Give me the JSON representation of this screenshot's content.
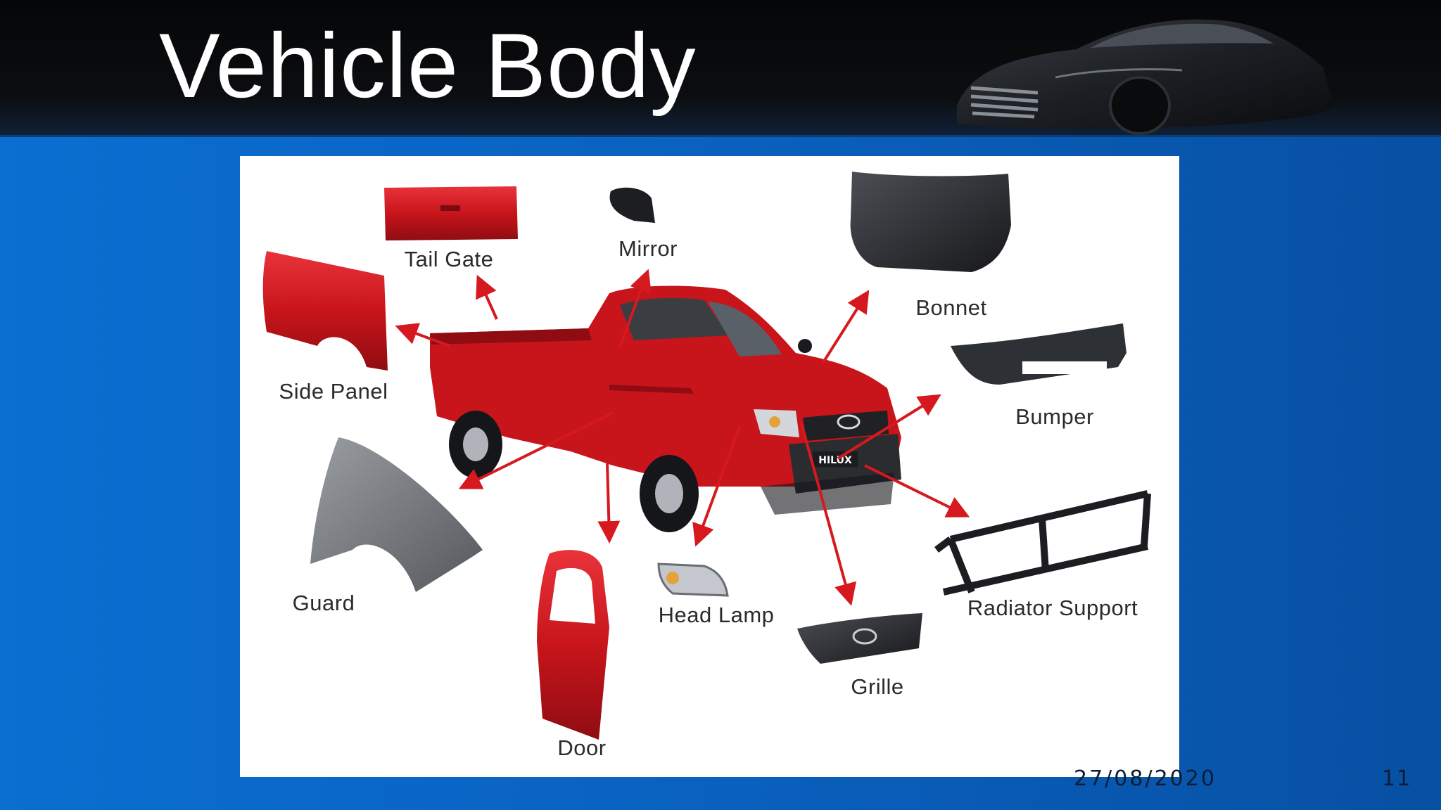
{
  "slide": {
    "title": "Vehicle Body",
    "date": "27/08/2020",
    "page_number": "11"
  },
  "diagram": {
    "parts": [
      {
        "key": "tail_gate",
        "label": "Tail Gate"
      },
      {
        "key": "mirror",
        "label": "Mirror"
      },
      {
        "key": "bonnet",
        "label": "Bonnet"
      },
      {
        "key": "side_panel",
        "label": "Side Panel"
      },
      {
        "key": "bumper",
        "label": "Bumper"
      },
      {
        "key": "guard",
        "label": "Guard"
      },
      {
        "key": "head_lamp",
        "label": "Head Lamp"
      },
      {
        "key": "radiator_support",
        "label": "Radiator Support"
      },
      {
        "key": "grille",
        "label": "Grille"
      },
      {
        "key": "door",
        "label": "Door"
      }
    ],
    "truck_badge": "HILUX",
    "colors": {
      "body_red": "#c8141b",
      "arrow_red": "#d6191f",
      "dark_part": "#2a2c30"
    }
  }
}
